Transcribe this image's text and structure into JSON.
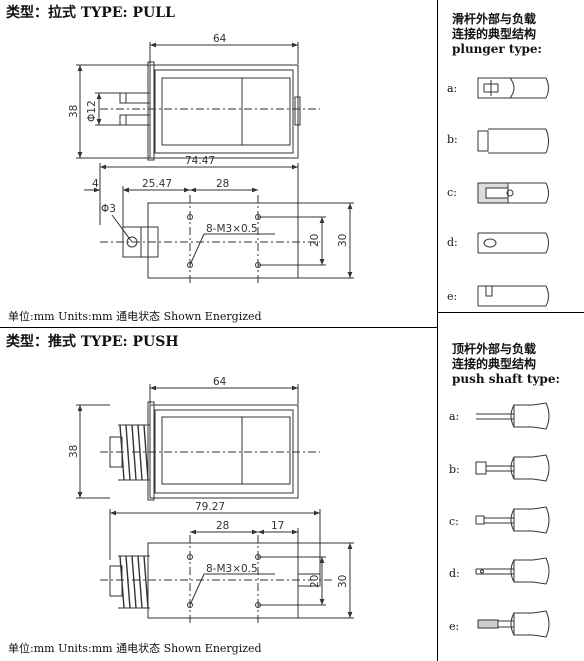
{
  "pull": {
    "title": "类型：拉式  TYPE: PULL",
    "units": "单位:mm  Units:mm    通电状态 Shown Energized",
    "dims": {
      "width": "64",
      "height": "38",
      "plunger_dia": "Φ12",
      "total_len": "74.47",
      "offset": "4",
      "to_hole": "25.47",
      "hole_pitch": "28",
      "hole_dia": "Φ3",
      "thread": "8-M3×0.5",
      "hole_span": "20",
      "depth": "30"
    }
  },
  "push": {
    "title": "类型：推式  TYPE: PUSH",
    "units": "单位:mm  Units:mm    通电状态 Shown Energized",
    "dims": {
      "width": "64",
      "height": "38",
      "total_len": "79.27",
      "hole_pitch": "28",
      "shaft_len": "17",
      "thread": "8-M3×0.5",
      "hole_span": "20",
      "depth": "30"
    }
  },
  "side_pull": {
    "heading": [
      "滑杆外部与负载",
      "连接的典型结构",
      "plunger type:"
    ],
    "rows": [
      "a:",
      "b:",
      "c:",
      "d:",
      "e:"
    ]
  },
  "side_push": {
    "heading": [
      "顶杆外部与负载",
      "连接的典型结构",
      "push shaft type:"
    ],
    "rows": [
      "a:",
      "b:",
      "c:",
      "d:",
      "e:"
    ]
  }
}
